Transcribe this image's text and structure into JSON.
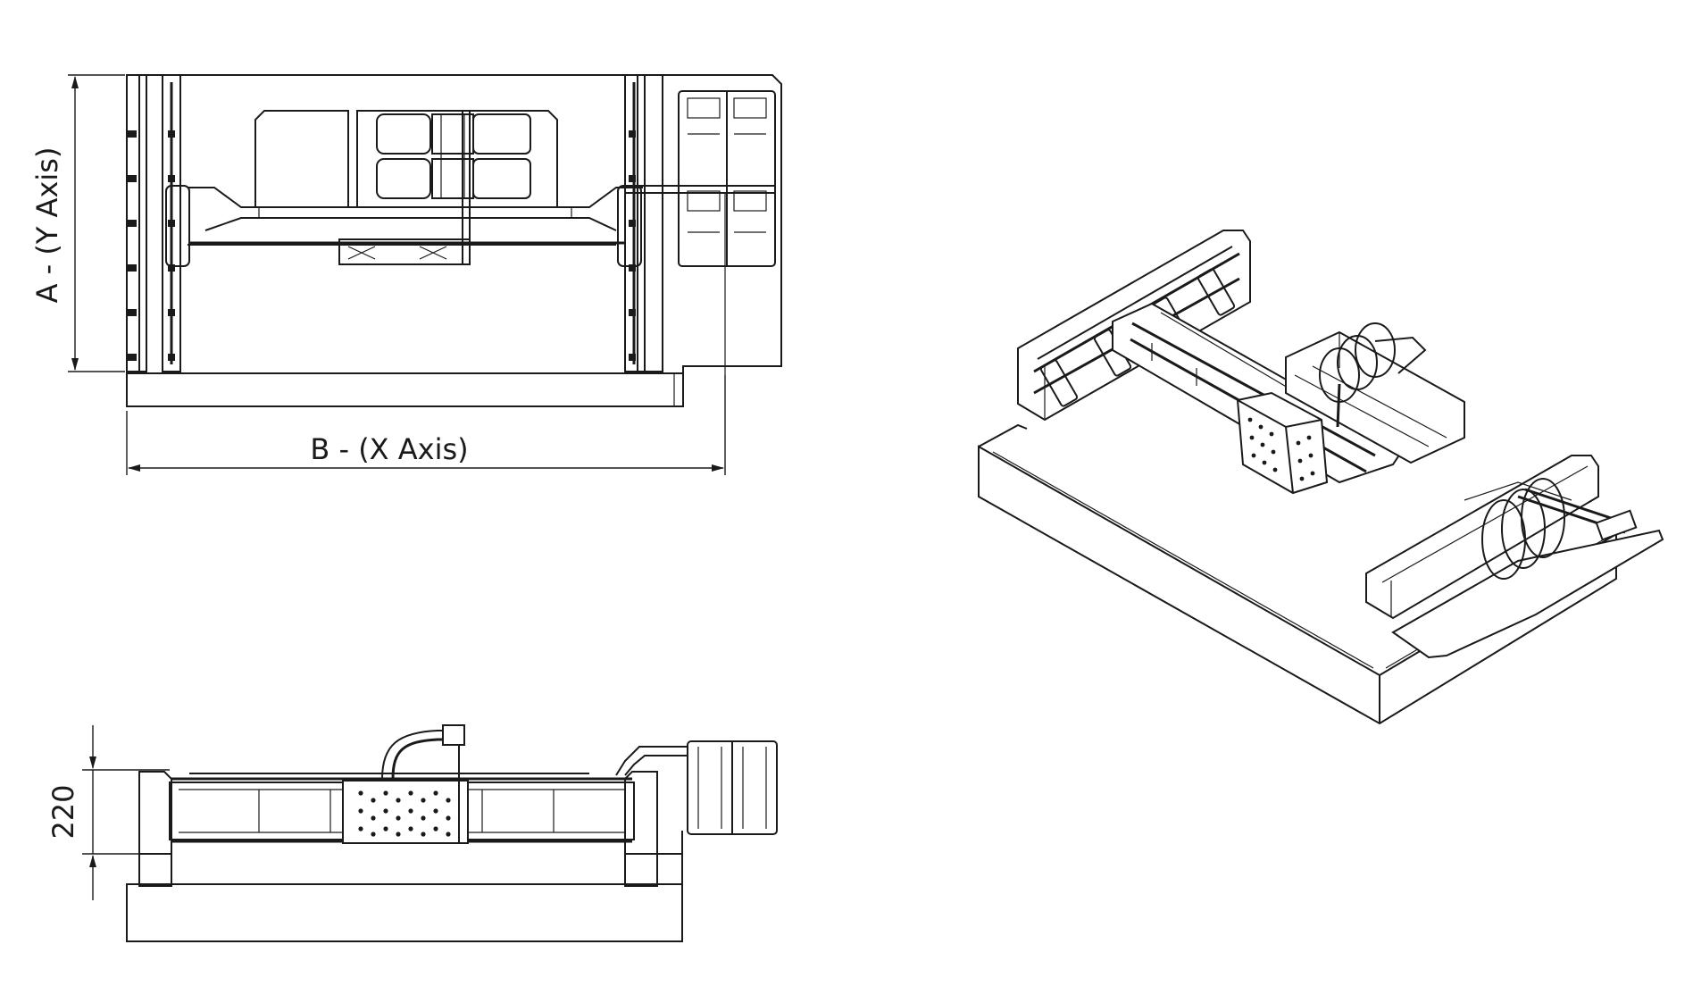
{
  "dimensions": {
    "a_label": "A - (Y Axis)",
    "b_label": "B - (X Axis)",
    "height_label": "220"
  }
}
